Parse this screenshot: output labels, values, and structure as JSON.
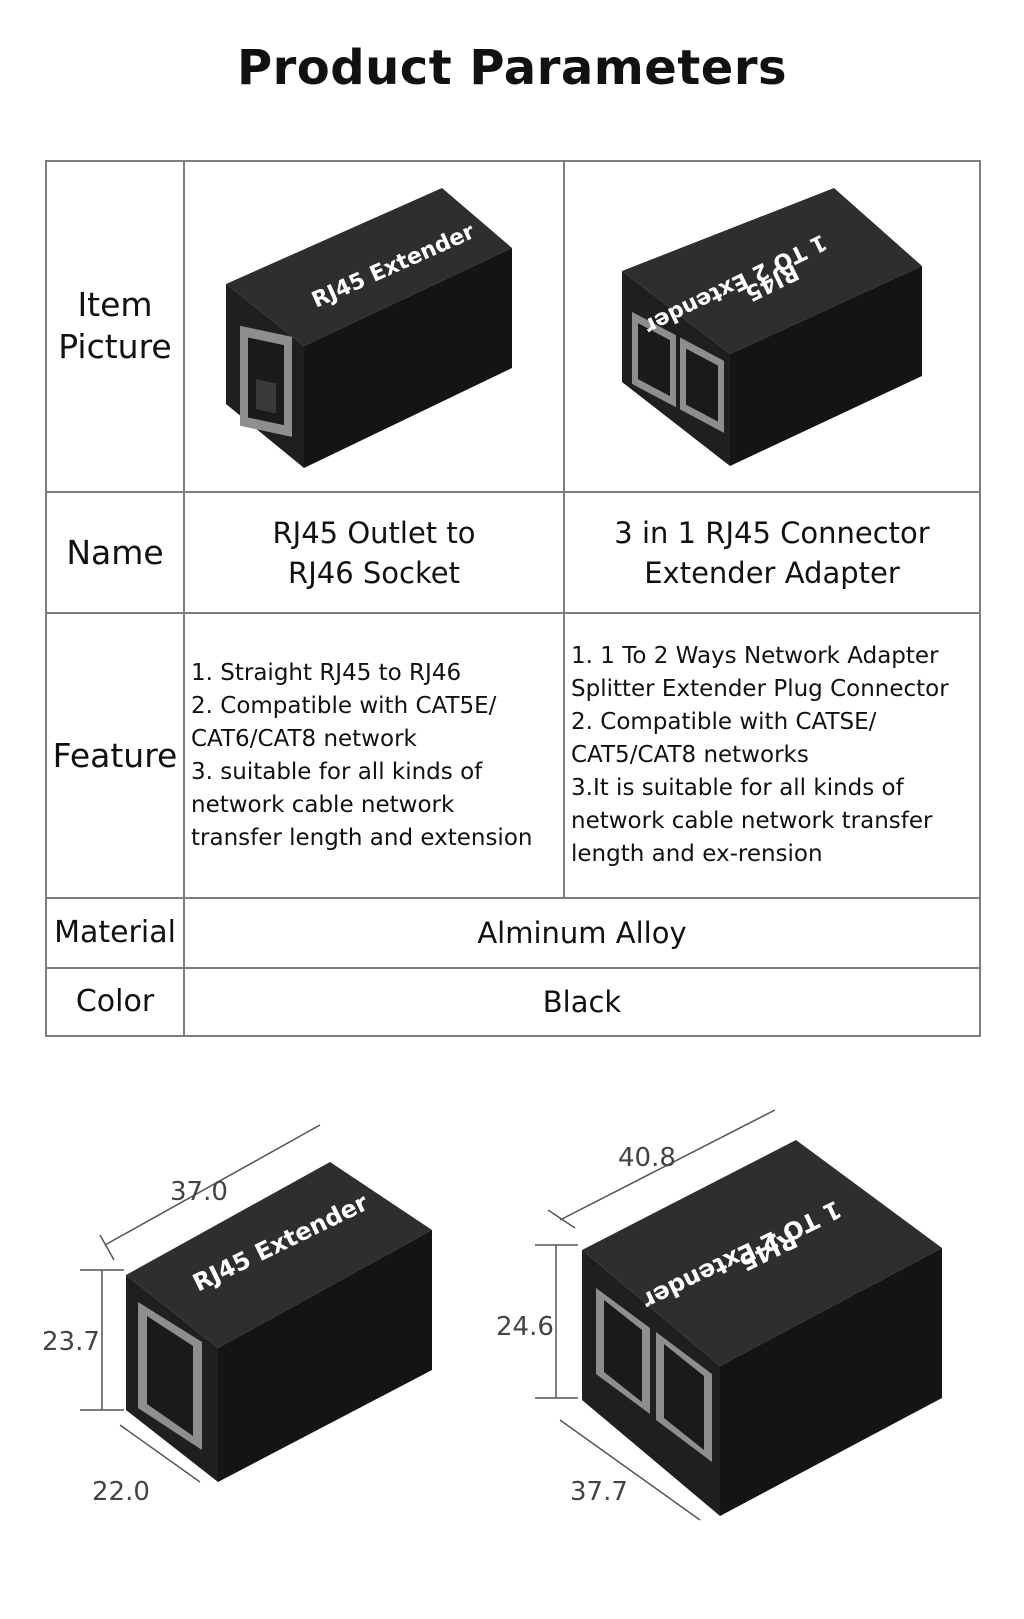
{
  "title": "Product Parameters",
  "rows": {
    "picture_label_line1": "Item",
    "picture_label_line2": "Picture",
    "name_label": "Name",
    "feature_label": "Feature",
    "material_label": "Material",
    "color_label": "Color"
  },
  "products": [
    {
      "device_label": "RJ45 Extender",
      "name_line1": "RJ45 Outlet to",
      "name_line2": "RJ46 Socket",
      "features": [
        "1. Straight RJ45 to RJ46",
        "2. Compatible with CAT5E/",
        "CAT6/CAT8 network",
        "3. suitable for all kinds of",
        "network cable network",
        "transfer length and extension"
      ]
    },
    {
      "device_label_line1": "1 TO 2 Extender",
      "device_label_line2": "RJ45",
      "name_line1": "3 in 1 RJ45 Connector",
      "name_line2": "Extender Adapter",
      "features": [
        "1. 1 To 2 Ways Network Adapter",
        "Splitter Extender Plug Connector",
        "2. Compatible with CATSE/",
        "CAT5/CAT8 networks",
        "3.It is suitable for all kinds of",
        "network cable network transfer",
        "length and ex-rension"
      ]
    }
  ],
  "material": "Alminum Alloy",
  "color": "Black",
  "dimensions": {
    "single": {
      "length": "37.0",
      "height": "23.7",
      "width": "22.0"
    },
    "double": {
      "length": "40.8",
      "height": "24.6",
      "width": "37.7"
    }
  },
  "colors": {
    "body": "#1c1c1c",
    "port_frame": "#8e8e8e",
    "border": "#7d7d7d"
  }
}
